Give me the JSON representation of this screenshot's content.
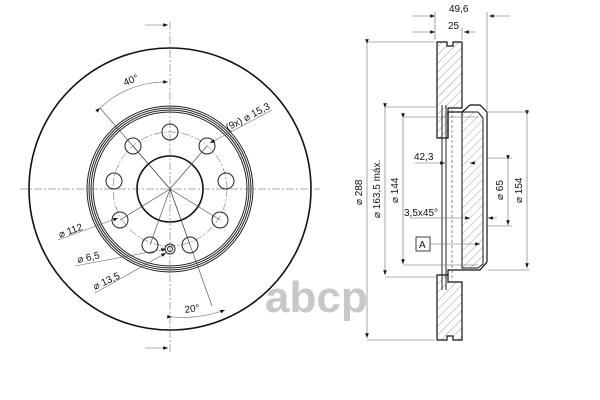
{
  "drawing": {
    "subject": "Brake disc technical drawing",
    "watermark": "abcp",
    "front_view": {
      "angle_top": "40°",
      "angle_bottom": "20°",
      "bolt_holes": "(9x) ⌀ 15,3",
      "pcd": "⌀ 112",
      "small_hole": "⌀ 6,5",
      "small_hole_outer": "⌀ 13,5"
    },
    "section_view": {
      "overall_width": "49,6",
      "disc_thickness": "25",
      "outer_diameter": "⌀ 288",
      "max_wear_diameter": "⌀ 163,5 máx.",
      "inner_diameter": "⌀ 144",
      "hat_depth": "42,3",
      "chamfer": "3,5x45°",
      "center_bore": "⌀ 65",
      "hat_diameter": "⌀ 154",
      "datum": "A"
    }
  },
  "colors": {
    "line": "#111111",
    "hatch": "#555555",
    "watermark": "#c8c8c8",
    "background": "#ffffff"
  }
}
